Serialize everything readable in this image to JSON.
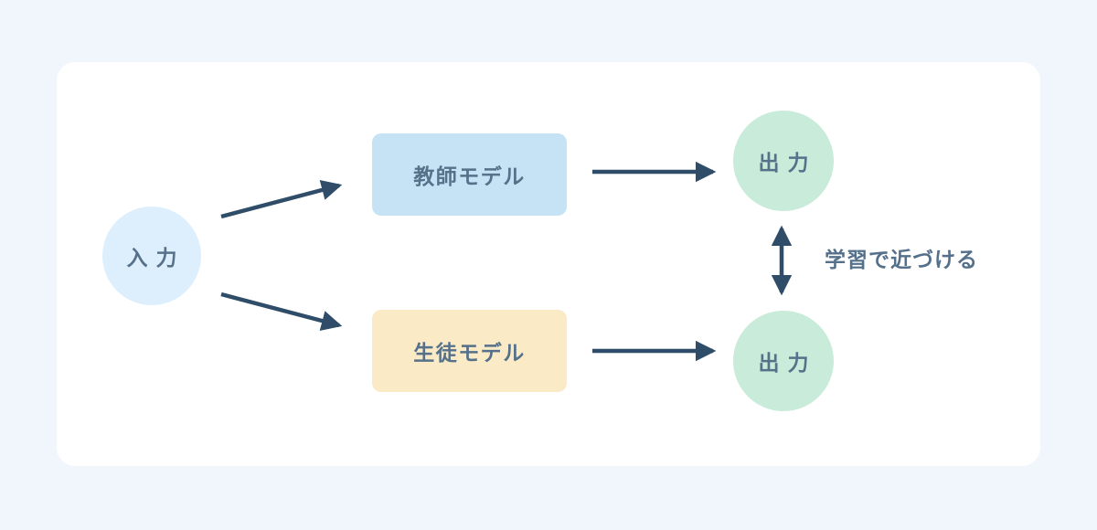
{
  "diagram": {
    "title_hint": "knowledge-distillation-diagram",
    "nodes": {
      "input": {
        "label": "入力",
        "shape": "circle"
      },
      "teacher": {
        "label": "教師モデル",
        "shape": "rounded-rect"
      },
      "student": {
        "label": "生徒モデル",
        "shape": "rounded-rect"
      },
      "output_teacher": {
        "label": "出力",
        "shape": "circle"
      },
      "output_student": {
        "label": "出力",
        "shape": "circle"
      }
    },
    "annotation": {
      "label": "学習で近づける"
    },
    "edges": [
      {
        "from": "input",
        "to": "teacher",
        "type": "arrow"
      },
      {
        "from": "input",
        "to": "student",
        "type": "arrow"
      },
      {
        "from": "teacher",
        "to": "output_teacher",
        "type": "arrow"
      },
      {
        "from": "student",
        "to": "output_student",
        "type": "arrow"
      },
      {
        "from": "output_teacher",
        "to": "output_student",
        "type": "double-arrow"
      }
    ],
    "colors": {
      "page_bg": "#F0F6FB",
      "card_bg": "#FFFFFF",
      "input_fill": "#DDEFFC",
      "teacher_fill": "#C6E3F6",
      "student_fill": "#FAEAC5",
      "output_fill": "#C9EBD9",
      "node_text": "#56718A",
      "annotation_text": "#55708A",
      "arrow": "#2F4D68"
    }
  }
}
